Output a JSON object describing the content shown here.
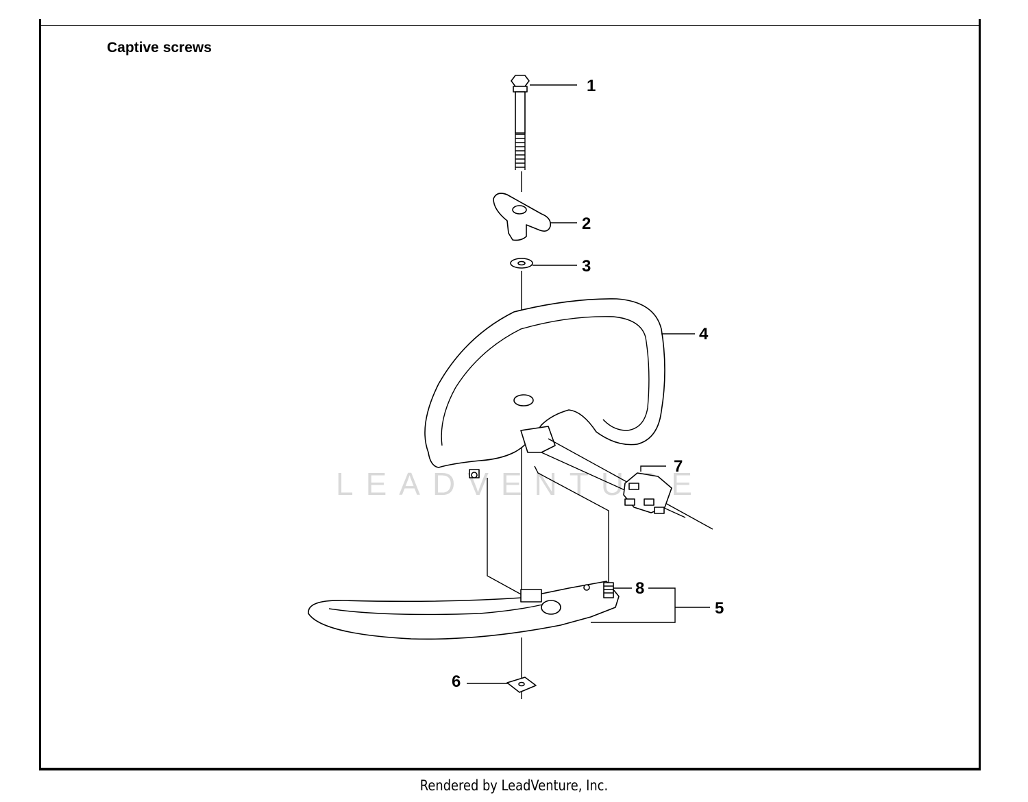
{
  "title": "Captive screws",
  "footer": "Rendered by LeadVenture, Inc.",
  "watermark": "LEADVENTURE",
  "callouts": [
    "1",
    "2",
    "3",
    "4",
    "5",
    "6",
    "7",
    "8"
  ]
}
